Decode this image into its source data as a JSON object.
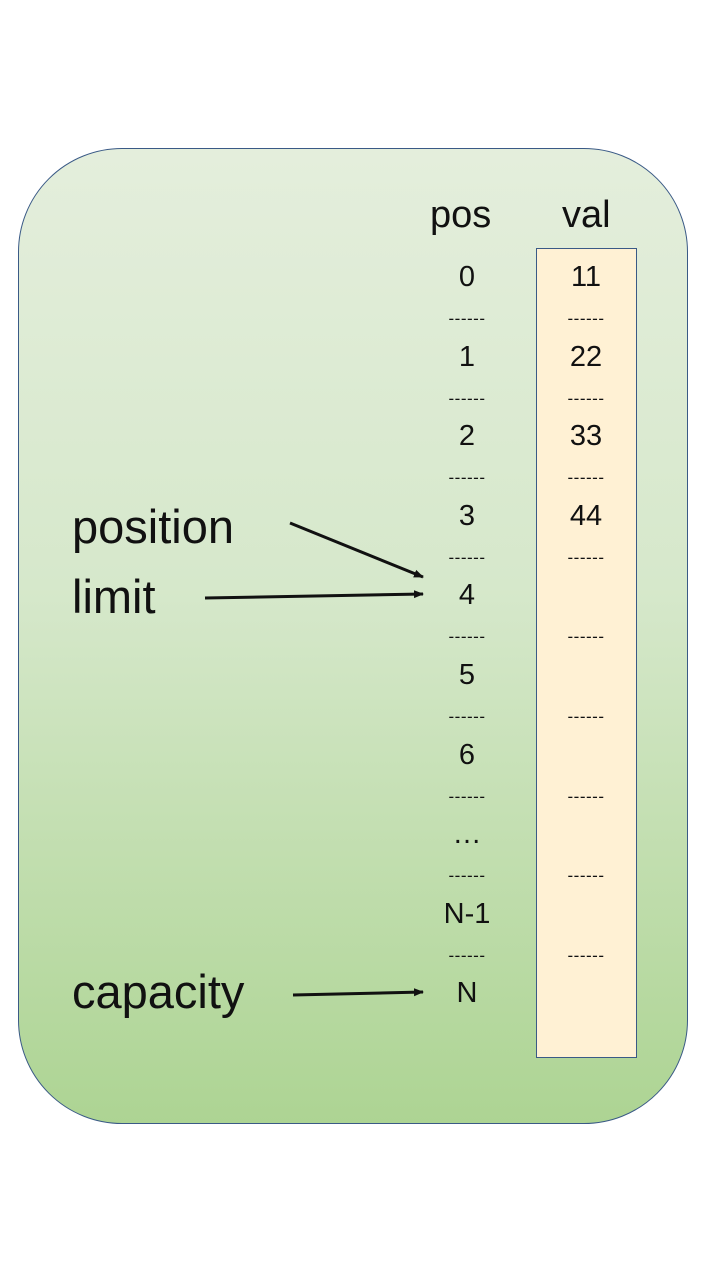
{
  "headers": {
    "pos": "pos",
    "val": "val"
  },
  "rows": [
    {
      "pos": "0",
      "val": "11",
      "sep_pos": "------",
      "sep_val": "------"
    },
    {
      "pos": "1",
      "val": "22",
      "sep_pos": "------",
      "sep_val": "------"
    },
    {
      "pos": "2",
      "val": "33",
      "sep_pos": "------",
      "sep_val": "------"
    },
    {
      "pos": "3",
      "val": "44",
      "sep_pos": "------",
      "sep_val": "------"
    },
    {
      "pos": "4",
      "val": "",
      "sep_pos": "------",
      "sep_val": "------"
    },
    {
      "pos": "5",
      "val": "",
      "sep_pos": "------",
      "sep_val": "------"
    },
    {
      "pos": "6",
      "val": "",
      "sep_pos": "------",
      "sep_val": "------"
    },
    {
      "pos": "…",
      "val": "",
      "sep_pos": "------",
      "sep_val": "------"
    },
    {
      "pos": "N-1",
      "val": "",
      "sep_pos": "------",
      "sep_val": "------"
    },
    {
      "pos": "N",
      "val": ""
    }
  ],
  "labels": {
    "position": "position",
    "limit": "limit",
    "capacity": "capacity"
  },
  "colors": {
    "panel_top": "#e4eedc",
    "panel_bottom": "#add493",
    "panel_border": "#3a5a86",
    "val_fill": "#fff1d4"
  }
}
